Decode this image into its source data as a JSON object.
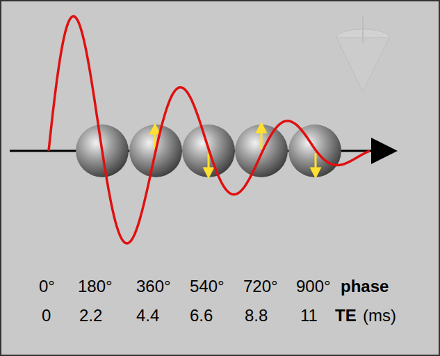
{
  "diagram": {
    "labels": [
      "0°",
      "180°",
      "360°",
      "540°",
      "720°",
      "900°",
      "phase",
      "0",
      "2.2",
      "4.4",
      "6.6",
      "8.8",
      "11",
      "TE",
      "(ms)"
    ]
  }
}
